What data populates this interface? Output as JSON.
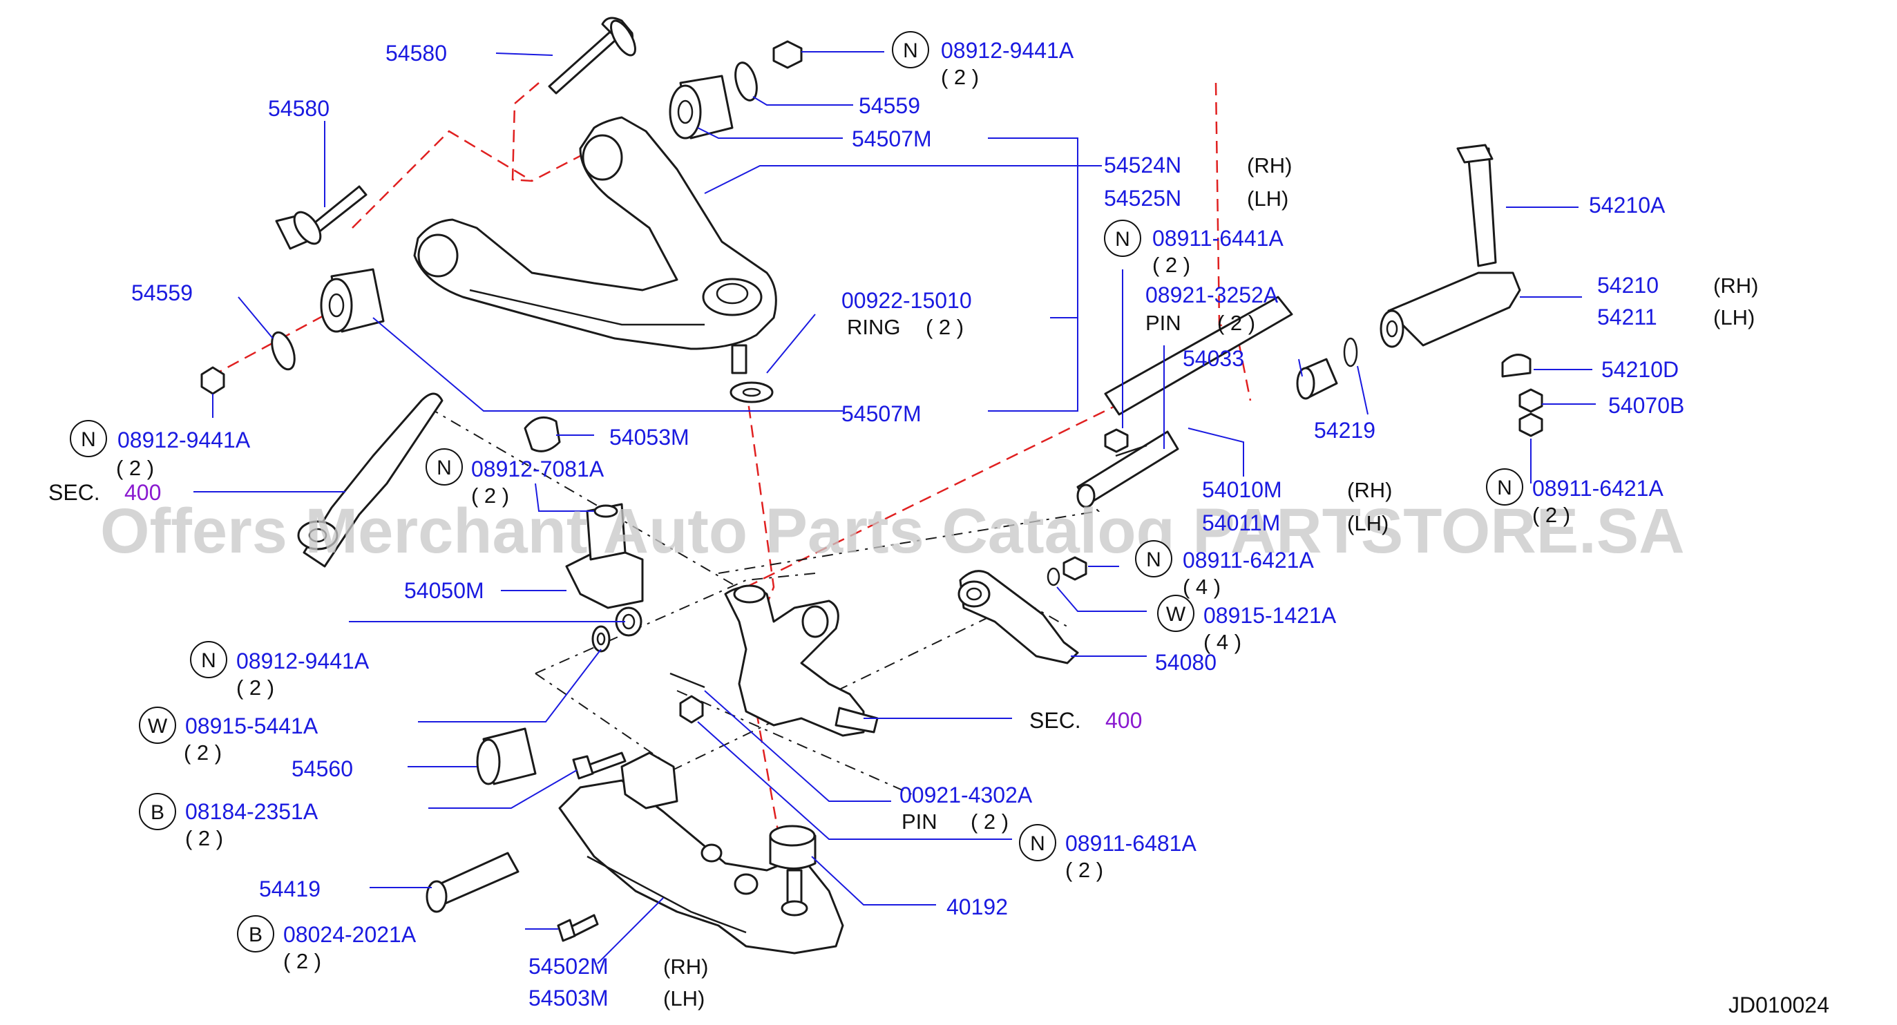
{
  "diagram_code": "JD010024",
  "watermark": "Offers Merchant Auto Parts Catalog PARTSTORE.SA",
  "labels": {
    "p54580_a": "54580",
    "p54580_b": "54580",
    "n_08912_9441A_top": "08912-9441A",
    "qty_top": "( 2 )",
    "p54559_top": "54559",
    "p54507M_top": "54507M",
    "p54524N": "54524N",
    "rh_54524N": "(RH)",
    "p54525N": "54525N",
    "lh_54525N": "(LH)",
    "n_08911_6441A": "08911-6441A",
    "qty_6441A": "( 2 )",
    "p08921_3252A": "08921-3252A",
    "pin_3252A": "PIN",
    "qty_3252A": "( 2 )",
    "p54210A": "54210A",
    "p54210": "54210",
    "rh_54210": "(RH)",
    "p54211": "54211",
    "lh_54211": "(LH)",
    "p54559_left": "54559",
    "p00922_15010": "00922-15010",
    "ring": "RING",
    "qty_ring": "( 2 )",
    "p54033": "54033",
    "p54210D": "54210D",
    "p54070B": "54070B",
    "p54219": "54219",
    "p54507M_mid": "54507M",
    "n_08912_9441A_left": "08912-9441A",
    "qty_left": "( 2 )",
    "p54053M": "54053M",
    "sec_left": "SEC.",
    "sec_left_ref": "400",
    "n_08912_7081A": "08912-7081A",
    "qty_7081A": "( 2 )",
    "p54010M": "54010M",
    "rh_54010M": "(RH)",
    "p54011M": "54011M",
    "lh_54011M": "(LH)",
    "n_08911_6421A_right": "08911-6421A",
    "qty_6421A_right": "( 2 )",
    "n_08911_6421A_mid": "08911-6421A",
    "qty_6421A_mid": "( 4 )",
    "p54050M": "54050M",
    "w_08915_1421A": "08915-1421A",
    "qty_1421A": "( 4 )",
    "n_08912_9441A_low": "08912-9441A",
    "qty_low": "( 2 )",
    "p54080": "54080",
    "w_08915_5441A": "08915-5441A",
    "qty_5441A": "( 2 )",
    "sec_right": "SEC.",
    "sec_right_ref": "400",
    "p54560": "54560",
    "p00921_4302A": "00921-4302A",
    "pin_4302A": "PIN",
    "qty_4302A": "( 2 )",
    "b_08184_2351A": "08184-2351A",
    "qty_2351A": "( 2 )",
    "n_08911_6481A": "08911-6481A",
    "qty_6481A": "( 2 )",
    "p54419": "54419",
    "p40192": "40192",
    "b_08024_2021A": "08024-2021A",
    "qty_2021A": "( 2 )",
    "p54502M": "54502M",
    "rh_54502M": "(RH)",
    "p54503M": "54503M",
    "lh_54503M": "(LH)"
  },
  "badges": {
    "n": "N",
    "w": "W",
    "b": "B"
  },
  "colors": {
    "label": "#1a1ae0",
    "reference": "#8a1ad0",
    "axis_line": "#e02020",
    "outline": "#1a1a1a"
  }
}
